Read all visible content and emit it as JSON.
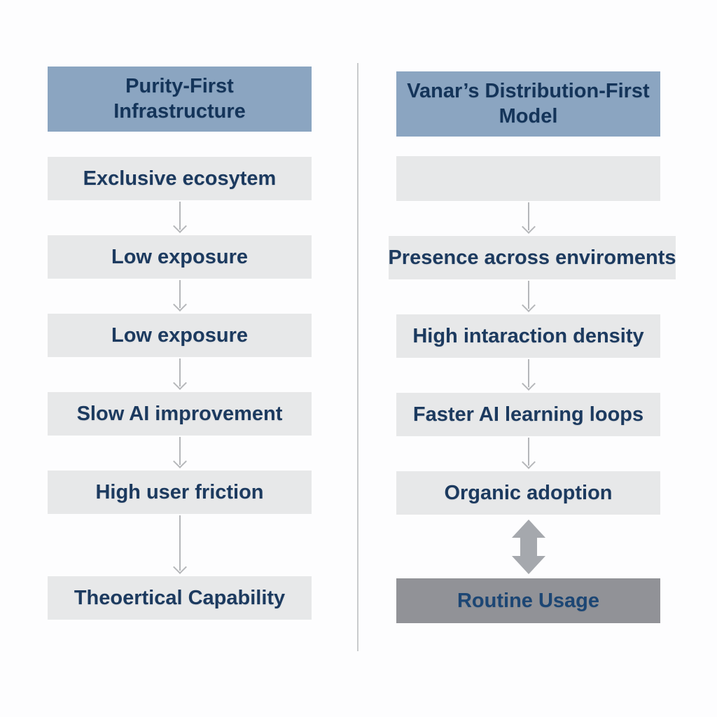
{
  "diagram": {
    "colors": {
      "header_bg": "#8ba5c1",
      "header_text": "#143459",
      "box_bg": "#e7e8e9",
      "box_bg_dark": "#919297",
      "box_text": "#1c3a5f",
      "routine_text": "#1c4674",
      "thin_arrow": "#b5b7ba",
      "thick_arrow": "#a5a8ad",
      "divider": "#c9cbcd",
      "background": "#fdfdfe"
    },
    "left": {
      "header": {
        "lines": [
          "Purity-First",
          "Infrastructure"
        ]
      },
      "boxes": [
        {
          "label": "Exclusive ecosytem"
        },
        {
          "label": "Low exposure"
        },
        {
          "label": "Low exposure"
        },
        {
          "label": "Slow AI improvement"
        },
        {
          "label": "High user friction"
        },
        {
          "label": "Theoertical Capability"
        }
      ]
    },
    "right": {
      "header": {
        "lines": [
          "Vanar’s Distribution-First",
          "Model"
        ]
      },
      "boxes": [
        {
          "label": ""
        },
        {
          "label": "Presence across enviroments"
        },
        {
          "label": "High intaraction density"
        },
        {
          "label": "Faster AI learning loops"
        },
        {
          "label": "Organic adoption"
        },
        {
          "label": "Routine Usage"
        }
      ]
    }
  }
}
